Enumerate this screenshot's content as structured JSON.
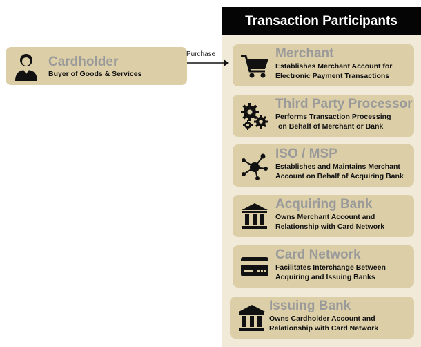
{
  "header": {
    "title": "Transaction Participants"
  },
  "cardholder": {
    "icon": "person-icon",
    "title": "Cardholder",
    "description": "Buyer of Goods & Services"
  },
  "arrow": {
    "label": "Purchase"
  },
  "participants": [
    {
      "icon": "shopping-cart-icon",
      "title": "Merchant",
      "desc_line1": "Establishes Merchant Account for",
      "desc_line2": "Electronic Payment Transactions"
    },
    {
      "icon": "gears-icon",
      "title": "Third Party Processor",
      "desc_line1": "Performs Transaction Processing",
      "desc_line2": "on Behalf of Merchant or Bank"
    },
    {
      "icon": "network-hub-icon",
      "title": "ISO / MSP",
      "desc_line1": "Establishes and Maintains Merchant",
      "desc_line2": "Account on Behalf of Acquiring Bank"
    },
    {
      "icon": "bank-icon",
      "title": "Acquiring Bank",
      "desc_line1": "Owns Merchant Account and",
      "desc_line2": "Relationship with Card Network"
    },
    {
      "icon": "credit-card-icon",
      "title": "Card Network",
      "desc_line1": "Facilitates Interchange Between",
      "desc_line2": "Acquiring and Issuing Banks"
    },
    {
      "icon": "bank-icon",
      "title": "Issuing Bank",
      "desc_line1": "Owns Cardholder Account and",
      "desc_line2": "Relationship with Card Network"
    }
  ],
  "colors": {
    "card": "#dccfa8",
    "panel": "#f2ead9",
    "header": "#050505",
    "title": "#9a9a9a"
  }
}
